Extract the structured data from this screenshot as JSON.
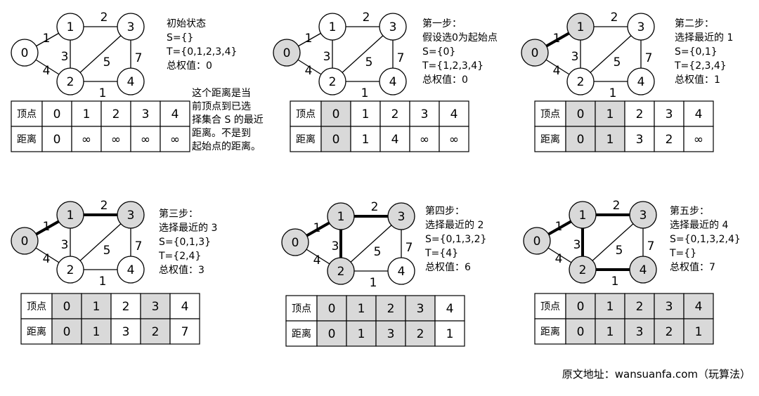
{
  "colors": {
    "visited": "#d9d9d9",
    "unvisited": "#ffffff",
    "stroke": "#000000"
  },
  "graph": {
    "nodes": [
      "0",
      "1",
      "2",
      "3",
      "4"
    ],
    "edges": [
      {
        "from": "0",
        "to": "1",
        "weight": "1"
      },
      {
        "from": "0",
        "to": "2",
        "weight": "4"
      },
      {
        "from": "1",
        "to": "2",
        "weight": "3"
      },
      {
        "from": "1",
        "to": "3",
        "weight": "2"
      },
      {
        "from": "2",
        "to": "3",
        "weight": "5"
      },
      {
        "from": "3",
        "to": "4",
        "weight": "7"
      },
      {
        "from": "2",
        "to": "4",
        "weight": "1"
      }
    ]
  },
  "table_headers": {
    "vertex": "顶点",
    "distance": "距离"
  },
  "steps": [
    {
      "title": "初始状态",
      "lines": [
        "S={}",
        "T={0,1,2,3,4}",
        "总权值：0"
      ],
      "visited": [],
      "tree_edges": [],
      "distances": [
        "0",
        "∞",
        "∞",
        "∞",
        "∞"
      ],
      "highlight_cols": []
    },
    {
      "title": "第一步：",
      "lines": [
        "假设选0为起始点",
        "S={0}",
        "T={1,2,3,4}",
        "总权值：0"
      ],
      "visited": [
        "0"
      ],
      "tree_edges": [],
      "distances": [
        "0",
        "1",
        "4",
        "∞",
        "∞"
      ],
      "highlight_cols": [
        0
      ]
    },
    {
      "title": "第二步：",
      "lines": [
        "选择最近的 1",
        "S={0,1}",
        "T={2,3,4}",
        "总权值：1"
      ],
      "visited": [
        "0",
        "1"
      ],
      "tree_edges": [
        [
          "0",
          "1"
        ]
      ],
      "distances": [
        "0",
        "1",
        "3",
        "2",
        "∞"
      ],
      "highlight_cols": [
        0,
        1
      ]
    },
    {
      "title": "第三步：",
      "lines": [
        "选择最近的 3",
        "S={0,1,3}",
        "T={2,4}",
        "总权值：3"
      ],
      "visited": [
        "0",
        "1",
        "3"
      ],
      "tree_edges": [
        [
          "0",
          "1"
        ],
        [
          "1",
          "3"
        ]
      ],
      "distances": [
        "0",
        "1",
        "3",
        "2",
        "7"
      ],
      "highlight_cols": [
        0,
        1,
        3
      ]
    },
    {
      "title": "第四步：",
      "lines": [
        "选择最近的 2",
        "S={0,1,3,2}",
        "T={4}",
        "总权值：6"
      ],
      "visited": [
        "0",
        "1",
        "3",
        "2"
      ],
      "tree_edges": [
        [
          "0",
          "1"
        ],
        [
          "1",
          "3"
        ],
        [
          "1",
          "2"
        ]
      ],
      "distances": [
        "0",
        "1",
        "3",
        "2",
        "1"
      ],
      "highlight_cols": [
        0,
        1,
        2,
        3
      ]
    },
    {
      "title": "第五步：",
      "lines": [
        "选择最近的 4",
        "S={0,1,3,2,4}",
        "T={}",
        "总权值：7"
      ],
      "visited": [
        "0",
        "1",
        "3",
        "2",
        "4"
      ],
      "tree_edges": [
        [
          "0",
          "1"
        ],
        [
          "1",
          "3"
        ],
        [
          "1",
          "2"
        ],
        [
          "2",
          "4"
        ]
      ],
      "distances": [
        "0",
        "1",
        "3",
        "2",
        "1"
      ],
      "highlight_cols": [
        0,
        1,
        2,
        3,
        4
      ]
    }
  ],
  "note_lines": [
    "这个距离是当",
    "前顶点到已选",
    "择集合 S 的最近",
    "距离。不是到",
    "起始点的距离。"
  ],
  "footer": "原文地址：wansuanfa.com（玩算法）"
}
